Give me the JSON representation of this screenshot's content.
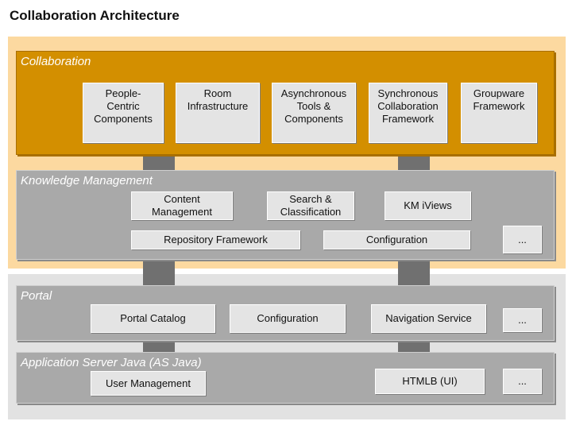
{
  "title": "Collaboration Architecture",
  "collaboration": {
    "title": "Collaboration",
    "components": [
      "People-\nCentric\nComponents",
      "Room\nInfrastructure",
      "Asynchronous\nTools &\nComponents",
      "Synchronous\nCollaboration\nFramework",
      "Groupware\nFramework"
    ]
  },
  "knowledge_management": {
    "title": "Knowledge Management",
    "components": [
      "Content\nManagement",
      "Search &\nClassification",
      "KM iViews",
      "Repository Framework",
      "Configuration",
      "..."
    ]
  },
  "portal": {
    "title": "Portal",
    "components": [
      "Portal Catalog",
      "Configuration",
      "Navigation Service",
      "..."
    ]
  },
  "as_java": {
    "title": "Application Server Java (AS Java)",
    "components": [
      "User Management",
      "HTMLB (UI)",
      "..."
    ]
  },
  "colors": {
    "collaboration_layer": "#d38f00",
    "outer_top": "#fcd9a0",
    "grey_layer": "#a9a9a9",
    "box": "#e4e4e4",
    "connector": "#707070"
  }
}
